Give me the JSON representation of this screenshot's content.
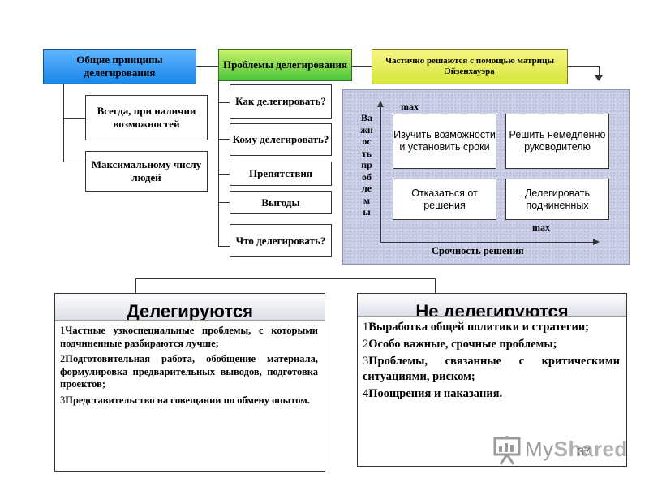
{
  "diagram": {
    "principles": {
      "title": "Общие принципы делегирования",
      "items": [
        "Всегда, при наличии возможностей",
        "Максимальному числу людей"
      ]
    },
    "problems": {
      "title": "Проблемы делегирования",
      "items": [
        "Как делегировать?",
        "Кому делегировать?",
        "Препятствия",
        "Выгоды",
        "Что делегировать?"
      ]
    },
    "eisenhower": {
      "title": "Частично решаются с помощью матрицы Эйзенхауэра",
      "y_axis_label": "Важность проблемы",
      "y_axis_letters": [
        "Ва",
        "жн",
        "ос",
        "ть",
        "пр",
        "об",
        "ле",
        "м",
        "ы"
      ],
      "y_max": "max",
      "x_axis_label": "Срочность решения",
      "x_max": "max",
      "cells": {
        "top_left": "Изучить возможности и установить сроки",
        "top_right": "Решить немедленно руководителю",
        "bottom_left": "Отказаться от решения",
        "bottom_right": "Делегировать подчиненных"
      }
    },
    "delegated": {
      "title": "Делегируются",
      "items": [
        {
          "num": "1",
          "text": "Частные узкоспециальные проблемы, с которыми подчиненные разбираются лучше;"
        },
        {
          "num": "2",
          "text": "Подготовительная работа, обобщение материала, формулировка предварительных выводов, подготовка проектов;"
        },
        {
          "num": "3",
          "text": "Представительство на совещании по обмену опытом."
        }
      ]
    },
    "not_delegated": {
      "title": "Не делегируются",
      "items": [
        {
          "num": "1",
          "text": "Выработка общей политики и стратегии;"
        },
        {
          "num": "2",
          "text": "Особо важные, срочные проблемы;"
        },
        {
          "num": "3",
          "text": "Проблемы, связанные с критическими ситуациями, риском;"
        },
        {
          "num": "4",
          "text": "Поощрения и наказания."
        }
      ]
    }
  },
  "watermark": {
    "brand_prefix": "My",
    "brand_suffix": "Shared",
    "page_number": "37"
  }
}
